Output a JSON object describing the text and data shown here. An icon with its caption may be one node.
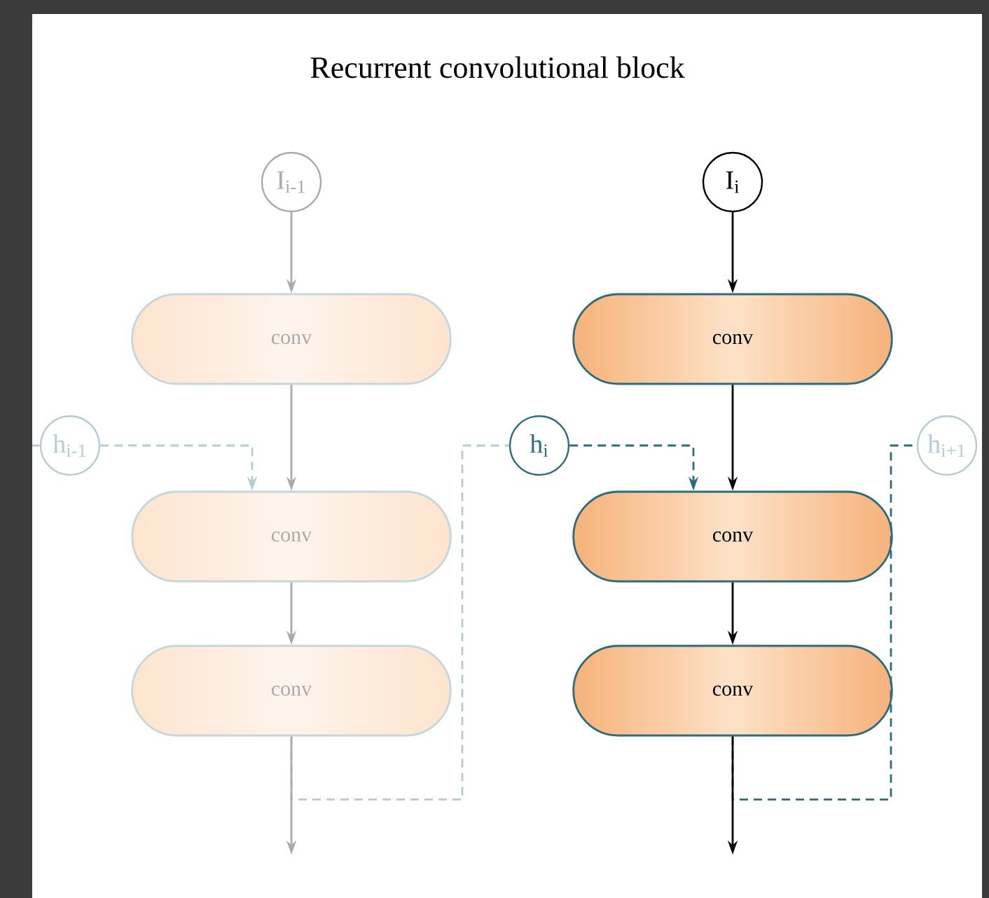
{
  "diagram": {
    "title": "Recurrent convolutional block",
    "nodes": [
      {
        "text": [
          "I$_{i-1}$"
        ]
      },
      {
        "text": [
          "conv"
        ]
      },
      {
        "text": [
          "conv"
        ]
      },
      {
        "text": [
          "conv"
        ]
      },
      {
        "text": [
          "h$_{i-1}$"
        ]
      },
      {
        "text": [
          "I$_{i}$"
        ]
      },
      {
        "text": [
          "conv"
        ]
      },
      {
        "text": [
          "conv"
        ]
      },
      {
        "text": [
          "conv"
        ]
      },
      {
        "text": [
          "h$_{i}$"
        ]
      },
      {
        "text": [
          "h$_{i+1}$"
        ]
      }
    ],
    "edges": [
      {
        "from": 0,
        "to": 1,
        "arrow": "to",
        "color": "#aaaaaa"
      },
      {
        "from": 1,
        "to": 2,
        "arrow": "to",
        "color": "#aaaaaa"
      },
      {
        "from": 2,
        "to": 3,
        "arrow": "to",
        "color": "#aaaaaa"
      },
      {
        "from": 3,
        "to": null,
        "arrow": "to",
        "color": "#aaaaaa"
      },
      {
        "from": null,
        "to": 4,
        "arrow": "none",
        "style": "dashed",
        "color": "#b5ccd3"
      },
      {
        "from": 4,
        "to": 2,
        "arrow": "to",
        "style": "dashed",
        "color": "#b5ccd3"
      },
      {
        "from": 3,
        "to": 9,
        "arrow": "none",
        "style": "dashed",
        "color": "#b5ccd3"
      },
      {
        "from": 5,
        "to": 6,
        "arrow": "to",
        "color": "#000000"
      },
      {
        "from": 6,
        "to": 7,
        "arrow": "to",
        "color": "#000000"
      },
      {
        "from": 7,
        "to": 8,
        "arrow": "to",
        "color": "#000000"
      },
      {
        "from": 8,
        "to": null,
        "arrow": "to",
        "color": "#000000"
      },
      {
        "from": 9,
        "to": 7,
        "arrow": "to",
        "style": "dashed",
        "color": "#2e6b7b"
      },
      {
        "from": 8,
        "to": 10,
        "arrow": "none",
        "style": "dashed",
        "color": "#2e6b7b"
      }
    ]
  }
}
